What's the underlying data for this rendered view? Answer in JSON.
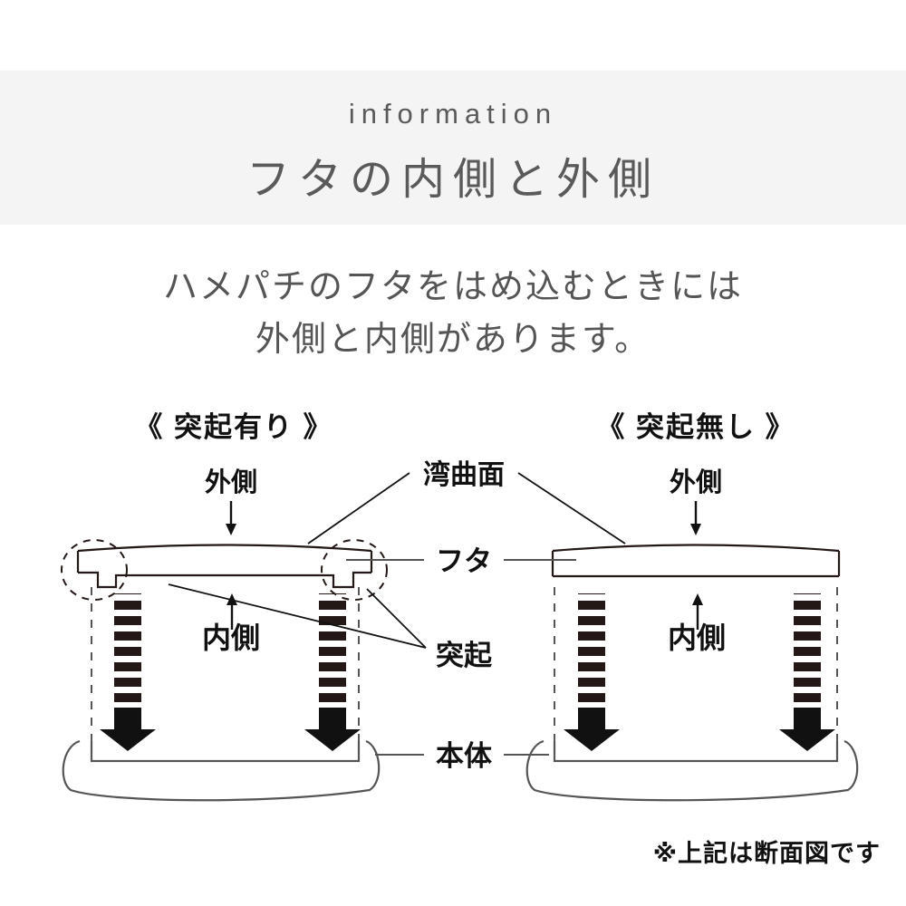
{
  "page": {
    "background": "#ffffff",
    "band_color": "#f4f4f4",
    "text_color": "#555555",
    "ink_color": "#111111"
  },
  "header": {
    "eyebrow": "information",
    "title": "フタの内側と外側"
  },
  "lead": {
    "line1": "ハメパチのフタをはめ込むときには",
    "line2": "外側と内側があります。"
  },
  "panels": [
    {
      "id": "with-protrusion",
      "heading": "《 突起有り 》",
      "outside_label": "外側",
      "outside_arrow": "↓",
      "inside_label": "内側",
      "inside_arrow": "↑",
      "has_protrusion": true
    },
    {
      "id": "without-protrusion",
      "heading": "《 突起無し 》",
      "outside_label": "外側",
      "outside_arrow": "↓",
      "inside_label": "内側",
      "inside_arrow": "↑",
      "has_protrusion": false
    }
  ],
  "callouts": {
    "curved_surface": "湾曲面",
    "lid": "フタ",
    "protrusion": "突起",
    "body": "本体"
  },
  "footnote": {
    "text": "※上記は断面図です"
  }
}
